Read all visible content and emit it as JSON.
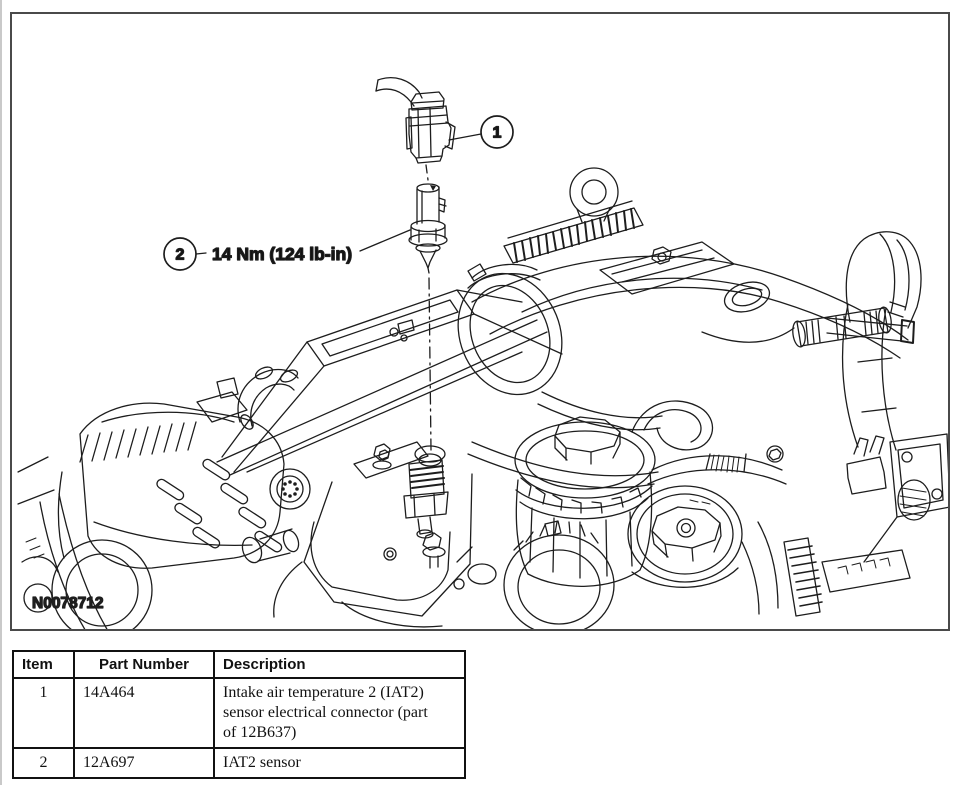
{
  "figure": {
    "image_id": "N0078712",
    "torque_note": "14 Nm (124 lb-in)",
    "callouts": {
      "c1": "1",
      "c2": "2"
    }
  },
  "table": {
    "headers": [
      "Item",
      "Part Number",
      "Description"
    ],
    "rows": [
      {
        "item": "1",
        "part_number": "14A464",
        "description": "Intake air temperature 2 (IAT2) sensor electrical connector (part of 12B637)"
      },
      {
        "item": "2",
        "part_number": "12A697",
        "description": "IAT2 sensor"
      }
    ]
  },
  "colors": {
    "line": "#1d1d1d",
    "frame_border": "#4a4a4a",
    "background": "#ffffff"
  }
}
